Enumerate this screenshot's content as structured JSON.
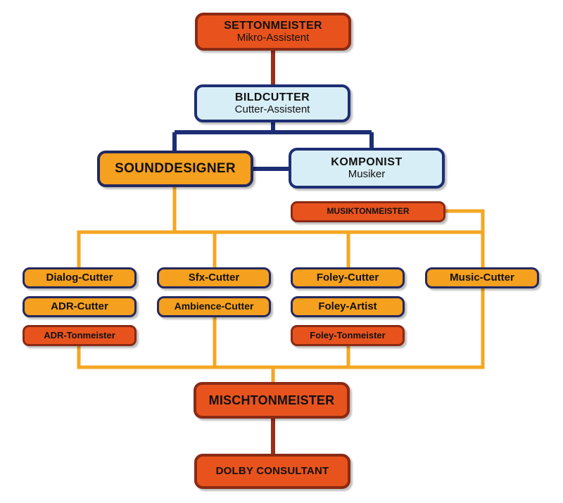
{
  "nodes": {
    "settonmeister": {
      "title": "SETTONMEISTER",
      "subtitle": "Mikro-Assistent"
    },
    "bildcutter": {
      "title": "BILDCUTTER",
      "subtitle": "Cutter-Assistent"
    },
    "sounddesigner": {
      "title": "SOUNDDESIGNER"
    },
    "komponist": {
      "title": "KOMPONIST",
      "subtitle": "Musiker"
    },
    "musiktonmeister": {
      "title": "MUSIKTONMEISTER"
    },
    "dialog_cutter": {
      "title": "Dialog-Cutter"
    },
    "adr_cutter": {
      "title": "ADR-Cutter"
    },
    "adr_tonmeister": {
      "title": "ADR-Tonmeister"
    },
    "sfx_cutter": {
      "title": "Sfx-Cutter"
    },
    "ambience_cutter": {
      "title": "Ambience-Cutter"
    },
    "foley_cutter": {
      "title": "Foley-Cutter"
    },
    "foley_artist": {
      "title": "Foley-Artist"
    },
    "foley_tonmeister": {
      "title": "Foley-Tonmeister"
    },
    "music_cutter": {
      "title": "Music-Cutter"
    },
    "mischtonmeister": {
      "title": "MISCHTONMEISTER"
    },
    "dolby_consultant": {
      "title": "DOLBY CONSULTANT"
    }
  },
  "colors": {
    "red_fill": "#e8531d",
    "red_border": "#8a2a14",
    "blue_fill": "#d8eef6",
    "navy": "#1c2e74",
    "orange_fill": "#f5a01e",
    "orange_line": "#f5a623"
  }
}
